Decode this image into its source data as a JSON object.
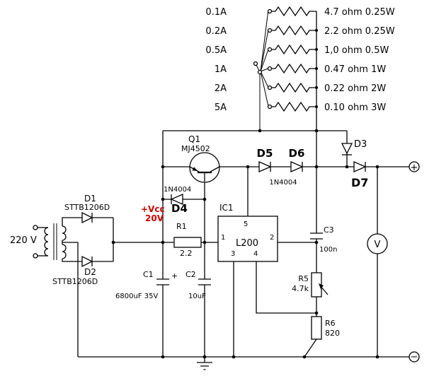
{
  "mains": {
    "label": "220 V"
  },
  "supply": {
    "vcc": "+Vcc",
    "voltage": "20V"
  },
  "meter": {
    "label": "V"
  },
  "terminals": {
    "positive": "+",
    "negative": "−"
  },
  "components": {
    "d1": {
      "ref": "D1",
      "part": "STTB1206D"
    },
    "d2": {
      "ref": "D2",
      "part": "STTB1206D"
    },
    "q1": {
      "ref": "Q1",
      "part": "MJ4502"
    },
    "d4": {
      "ref": "D4",
      "part": "1N4004"
    },
    "d5": {
      "ref": "D5"
    },
    "d6": {
      "ref": "D6"
    },
    "d5d6_part": "1N4004",
    "d3": {
      "ref": "D3"
    },
    "d7": {
      "ref": "D7"
    },
    "r1": {
      "ref": "R1",
      "value": "2.2"
    },
    "c1": {
      "ref": "C1",
      "value": "6800uF 35V",
      "polarity": "+"
    },
    "c2": {
      "ref": "C2",
      "value": "10uF"
    },
    "c3": {
      "ref": "C3",
      "value": "100n"
    },
    "r5": {
      "ref": "R5",
      "value": "4.7k"
    },
    "r6": {
      "ref": "R6",
      "value": "820"
    },
    "ic1": {
      "ref": "IC1",
      "part": "L200",
      "pins": {
        "p1": "1",
        "p2": "2",
        "p3": "3",
        "p4": "4",
        "p5": "5"
      }
    }
  },
  "current_switch": {
    "positions": [
      "0.1A",
      "0.2A",
      "0.5A",
      "1A",
      "2A",
      "5A"
    ],
    "resistors": [
      "4.7 ohm 0.25W",
      "2.2 ohm 0.25W",
      "1,0 ohm 0.5W",
      "0.47 ohm 1W",
      "0.22 ohm 2W",
      "0.10 ohm 3W"
    ]
  },
  "colors": {
    "wire": "#000000",
    "vcc_label": "#d40000",
    "background": "#ffffff"
  }
}
